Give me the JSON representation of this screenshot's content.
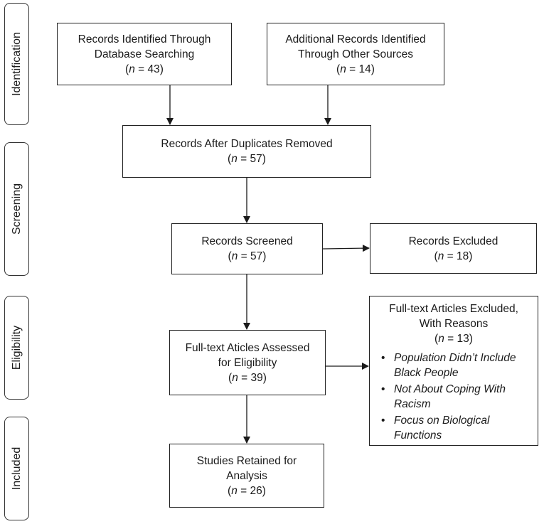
{
  "phases": {
    "identification": "Identification",
    "screening": "Screening",
    "eligibility": "Eligibility",
    "included": "Included"
  },
  "boxes": {
    "database": {
      "line1": "Records Identified Through",
      "line2": "Database Searching",
      "n_label": "n",
      "n_value": "= 43"
    },
    "other": {
      "line1": "Additional Records Identified",
      "line2": "Through Other Sources",
      "n_label": "n",
      "n_value": "= 14"
    },
    "duplicates": {
      "line1": "Records After Duplicates Removed",
      "n_label": "n",
      "n_value": "= 57"
    },
    "screened": {
      "line1": "Records Screened",
      "n_label": "n",
      "n_value": "= 57"
    },
    "excluded": {
      "line1": "Records Excluded",
      "n_label": "n",
      "n_value": "= 18"
    },
    "assessed": {
      "line1": "Full-text Aticles Assessed",
      "line2": "for Eligibility",
      "n_label": "n",
      "n_value": "= 39"
    },
    "fulltext_excluded": {
      "line1": "Full-text Articles Excluded,",
      "line2": "With Reasons",
      "n_label": "n",
      "n_value": "= 13",
      "reasons": [
        {
          "line1": "Population Didn’t Include",
          "line2": "Black People"
        },
        {
          "line1": "Not About Coping With",
          "line2": "Racism"
        },
        {
          "line1": "Focus on Biological Functions",
          "line2": ""
        }
      ]
    },
    "retained": {
      "line1": "Studies Retained for",
      "line2": "Analysis",
      "n_label": "n",
      "n_value": "= 26"
    }
  }
}
